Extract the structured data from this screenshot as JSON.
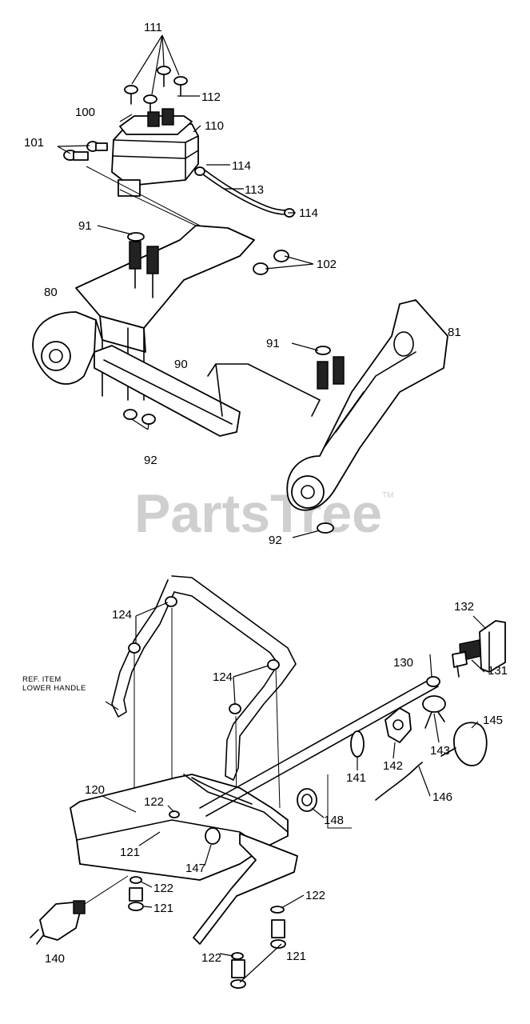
{
  "watermark": {
    "text": "PartsTree",
    "trademark": "TM"
  },
  "callouts": {
    "c111": "111",
    "c112": "112",
    "c100": "100",
    "c110": "110",
    "c101": "101",
    "c114a": "114",
    "c113": "113",
    "c114b": "114",
    "c91a": "91",
    "c102": "102",
    "c80": "80",
    "c81": "81",
    "c91b": "91",
    "c90": "90",
    "c92a": "92",
    "c92b": "92",
    "c124a": "124",
    "c132": "132",
    "c130": "130",
    "c131": "131",
    "c124b": "124",
    "c145": "145",
    "c143": "143",
    "c141": "141",
    "c142": "142",
    "c146": "146",
    "c120": "120",
    "c122a": "122",
    "c121a": "121",
    "c148": "148",
    "c147": "147",
    "c122b": "122",
    "c122c": "122",
    "c121b": "121",
    "c140": "140",
    "c122d": "122",
    "c121c": "121"
  },
  "ref_note": {
    "line1": "REF. ITEM",
    "line2": "LOWER HANDLE"
  }
}
